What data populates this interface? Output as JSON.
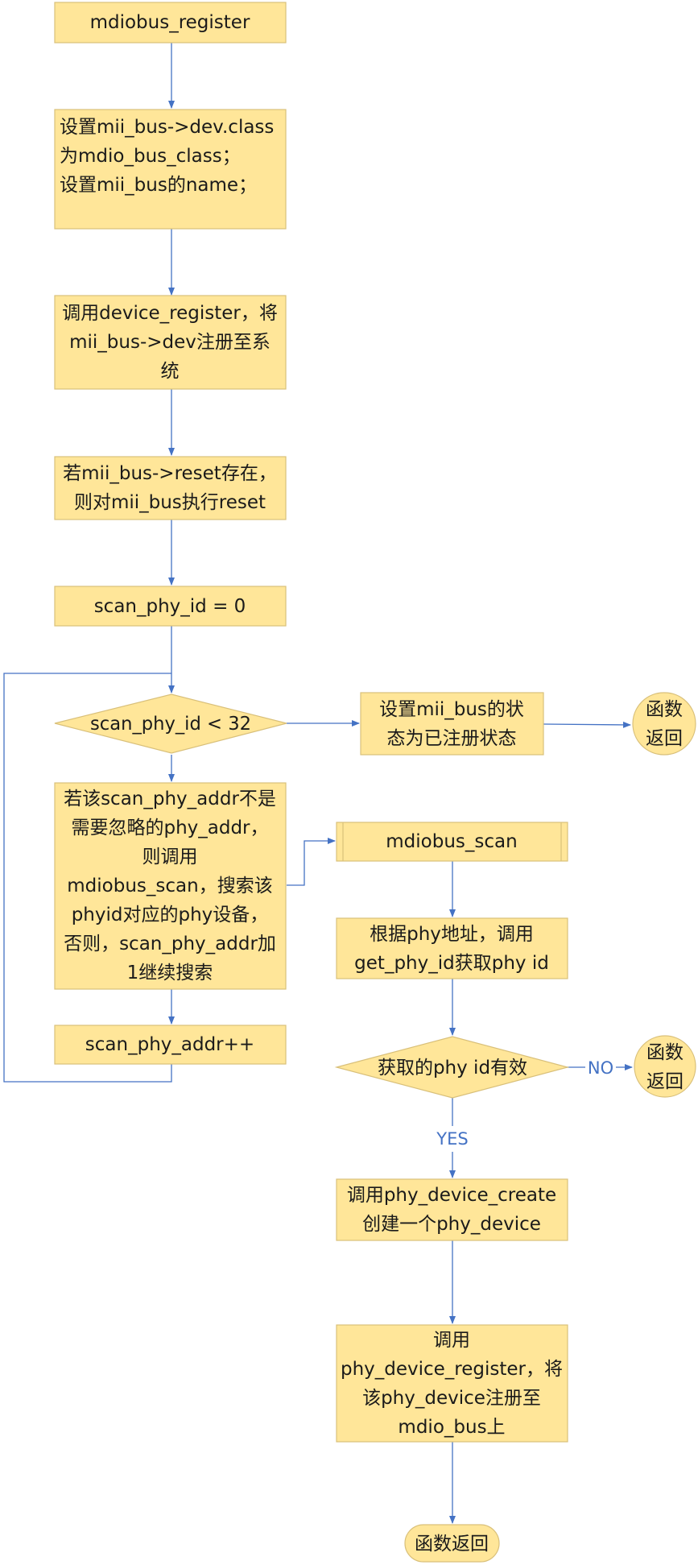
{
  "nodes": {
    "start": {
      "lines": [
        "mdiobus_register"
      ]
    },
    "set_class": {
      "lines": [
        "设置mii_bus->dev.class",
        "为mdio_bus_class；",
        "设置mii_bus的name；"
      ]
    },
    "device_register": {
      "lines": [
        "调用device_register，将",
        "mii_bus->dev注册至系",
        "统"
      ]
    },
    "reset": {
      "lines": [
        "若mii_bus->reset存在，",
        "则对mii_bus执行reset"
      ]
    },
    "init_id": {
      "lines": [
        "scan_phy_id = 0"
      ]
    },
    "loop_cond": {
      "lines": [
        "scan_phy_id < 32"
      ]
    },
    "set_state": {
      "lines": [
        "设置mii_bus的状",
        "态为已注册状态"
      ]
    },
    "return_1": {
      "lines": [
        "函数",
        "返回"
      ]
    },
    "scan_desc": {
      "lines": [
        "若该scan_phy_addr不是",
        "需要忽略的phy_addr，",
        "则调用",
        "mdiobus_scan，搜索该",
        "phyid对应的phy设备，",
        "否则，scan_phy_addr加",
        "1继续搜索"
      ]
    },
    "increment": {
      "lines": [
        "scan_phy_addr++"
      ]
    },
    "mdiobus_scan": {
      "lines": [
        "mdiobus_scan"
      ]
    },
    "get_phy_id": {
      "lines": [
        "根据phy地址，调用",
        "get_phy_id获取phy id"
      ]
    },
    "valid_cond": {
      "lines": [
        "获取的phy id有效"
      ]
    },
    "return_2": {
      "lines": [
        "函数",
        "返回"
      ]
    },
    "create": {
      "lines": [
        "调用phy_device_create",
        "创建一个phy_device"
      ]
    },
    "register": {
      "lines": [
        "调用",
        "phy_device_register，将",
        "该phy_device注册至",
        "mdio_bus上"
      ]
    },
    "return_3": {
      "lines": [
        "函数返回"
      ]
    }
  },
  "edge_labels": {
    "no": "NO",
    "yes": "YES"
  },
  "colors": {
    "fill": "#ffe699",
    "stroke": "#d9c07a",
    "arrow": "#4472c4",
    "text": "#1a1a1a"
  }
}
